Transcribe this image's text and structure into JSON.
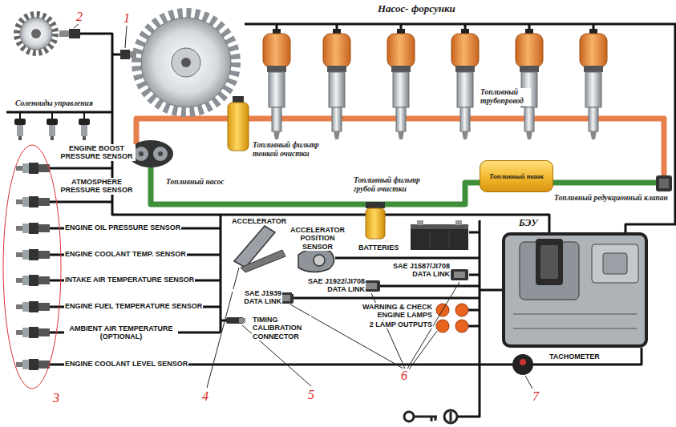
{
  "diagram": {
    "nodes": [
      {
        "text": [
          "Топливный танк"
        ]
      },
      {
        "text": [
          "БЭУ"
        ]
      }
    ],
    "labels": [
      "Насос- форсунки",
      "Топливный трубопровод",
      "Соленоиды управления",
      "ENGINE BOOST PRESSURE SENSOR",
      "ATMOSPHERE PRESSURE SENSOR",
      "Топливный фильтр тонкой очистки",
      "Топливный насос",
      "Топливный фильтр грубой очистки",
      "Топливный редукционный клапан",
      "ENGINE OIL PRESSURE SENSOR",
      "ENGINE COOLANT TEMP. SENSOR",
      "INTAKE AIR TEMPERATURE SENSOR",
      "ENGINE FUEL TEMPERATURE SENSOR",
      "AMBIENT AIR TEMPERATURE (OPTIONAL)",
      "ENGINE COOLANT LEVEL SENSOR",
      "ACCELERATOR",
      "ACCELERATOR POSITION SENSOR",
      "BATTERIES",
      "SAE J1587/JI708 DATA LINK",
      "SAE J1922/JI708 DATA LINK",
      "SAE J1939 DATA LINK",
      "WARNING & CHECK ENGINE LAMPS",
      "2 LAMP OUTPUTS",
      "TIMING CALIBRATION CONNECTOR",
      "TACHOMETER",
      "1",
      "2",
      "3",
      "4",
      "5",
      "6",
      "7"
    ]
  }
}
